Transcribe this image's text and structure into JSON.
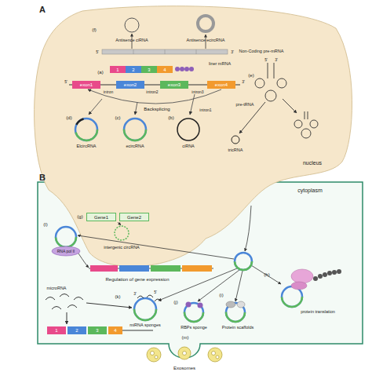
{
  "diagram": {
    "nodes": [
      {
        "text": [
          "1"
        ]
      },
      {
        "text": [
          "2"
        ]
      },
      {
        "text": [
          "3"
        ]
      },
      {
        "text": [
          "4"
        ]
      },
      {
        "text": [
          "exon1"
        ]
      },
      {
        "text": [
          "exon2"
        ]
      },
      {
        "text": [
          "exon3"
        ]
      },
      {
        "text": [
          "exon4"
        ]
      },
      {
        "text": [
          "Gene1"
        ]
      },
      {
        "text": [
          "Gene2"
        ]
      },
      {
        "text": [
          "1"
        ]
      },
      {
        "text": [
          "2"
        ]
      },
      {
        "text": [
          "3"
        ]
      },
      {
        "text": [
          "4"
        ]
      }
    ],
    "labels": [
      "A",
      "(f)",
      "Antisence ciRNA",
      "Antisence ecircRNA",
      "5'",
      "3'",
      "Non-Coding pre-mRNA",
      "liner mRNA",
      "(a)",
      "(e)",
      "5'",
      "3'",
      "5'",
      "3'",
      "intron",
      "intron2",
      "intron3",
      "pre-tRNA",
      "Backsplicing",
      "(d)",
      "(c)",
      "(b)",
      "intron1",
      "ElcircRNA",
      "ecircRNA",
      "ciRNA",
      "tricRNA",
      "nucleus",
      "B",
      "cytoplasm",
      "(g)",
      "intergenic circRNA",
      "(l)",
      "RNA pol II",
      "Regulation of gene expression",
      "(h)",
      "microRNA",
      "(k)",
      "3'",
      "5'",
      "(j)",
      "(i)",
      "protein translation",
      "miRNA sponges",
      "RBPs sponge",
      "Protein scaffolds",
      "(m)",
      "Exosomes"
    ]
  }
}
